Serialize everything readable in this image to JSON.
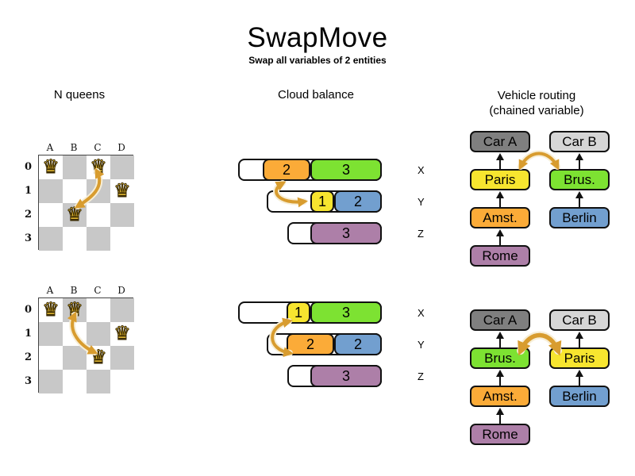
{
  "title": "SwapMove",
  "subtitle": "Swap all variables of 2 entities",
  "palette": {
    "orange": "#fbab38",
    "green": "#7de232",
    "yellow": "#f7e52f",
    "blue": "#729fcf",
    "purple": "#ad7fa8",
    "darkgray": "#7f7f7f",
    "lightgray": "#d6d6d6",
    "arrow_gold": "#d89c2f",
    "queen_gold": "#f0c437"
  },
  "nqueens": {
    "header": "N queens",
    "col_labels": [
      "A",
      "B",
      "C",
      "D"
    ],
    "row_labels": [
      "0",
      "1",
      "2",
      "3"
    ],
    "queen_glyph": "♛",
    "boards": {
      "before": {
        "queens": [
          {
            "col": 0,
            "row": 0
          },
          {
            "col": 2,
            "row": 0
          },
          {
            "col": 3,
            "row": 1
          },
          {
            "col": 1,
            "row": 2
          }
        ]
      },
      "after": {
        "queens": [
          {
            "col": 0,
            "row": 0
          },
          {
            "col": 1,
            "row": 0
          },
          {
            "col": 3,
            "row": 1
          },
          {
            "col": 2,
            "row": 2
          }
        ]
      }
    }
  },
  "cloud": {
    "header": "Cloud balance",
    "groups": {
      "before": {
        "rows": [
          {
            "computer": "X",
            "indent": 0,
            "width": 181,
            "processes": [
              {
                "value": "2",
                "color": "orange"
              },
              {
                "value": "3",
                "color": "green"
              }
            ]
          },
          {
            "computer": "Y",
            "indent": 36,
            "width": 145,
            "processes": [
              {
                "value": "1",
                "color": "yellow"
              },
              {
                "value": "2",
                "color": "blue"
              }
            ]
          },
          {
            "computer": "Z",
            "indent": 62,
            "width": 119,
            "processes": [
              {
                "value": "3",
                "color": "purple"
              }
            ]
          }
        ]
      },
      "after": {
        "rows": [
          {
            "computer": "X",
            "indent": 0,
            "width": 181,
            "processes": [
              {
                "value": "1",
                "color": "yellow"
              },
              {
                "value": "3",
                "color": "green"
              }
            ]
          },
          {
            "computer": "Y",
            "indent": 36,
            "width": 145,
            "processes": [
              {
                "value": "2",
                "color": "orange"
              },
              {
                "value": "2",
                "color": "blue"
              }
            ]
          },
          {
            "computer": "Z",
            "indent": 62,
            "width": 119,
            "processes": [
              {
                "value": "3",
                "color": "purple"
              }
            ]
          }
        ]
      }
    }
  },
  "vehicle": {
    "header_line1": "Vehicle routing",
    "header_line2": "(chained variable)",
    "diagrams": {
      "before": {
        "left_column": [
          {
            "label": "Car A",
            "color": "darkgray"
          },
          {
            "label": "Paris",
            "color": "yellow"
          },
          {
            "label": "Amst.",
            "color": "orange"
          },
          {
            "label": "Rome",
            "color": "purple"
          }
        ],
        "right_column": [
          {
            "label": "Car B",
            "color": "lightgray"
          },
          {
            "label": "Brus.",
            "color": "green"
          },
          {
            "label": "Berlin",
            "color": "blue"
          }
        ]
      },
      "after": {
        "left_column": [
          {
            "label": "Car A",
            "color": "darkgray"
          },
          {
            "label": "Brus.",
            "color": "green"
          },
          {
            "label": "Amst.",
            "color": "orange"
          },
          {
            "label": "Rome",
            "color": "purple"
          }
        ],
        "right_column": [
          {
            "label": "Car B",
            "color": "lightgray"
          },
          {
            "label": "Paris",
            "color": "yellow"
          },
          {
            "label": "Berlin",
            "color": "blue"
          }
        ]
      }
    }
  }
}
